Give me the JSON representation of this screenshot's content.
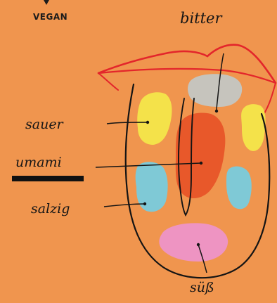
{
  "brand": {
    "label": "VEGAN"
  },
  "tongue_map": {
    "labels": {
      "bitter": "bitter",
      "sauer": "sauer",
      "umami": "umami",
      "salzig": "salzig",
      "suess": "süß"
    },
    "colors": {
      "background": "#f0954e",
      "lips": "#e3262b",
      "bitter_zone": "#c6c4bd",
      "sauer_zone": "#f4e24a",
      "umami_zone": "#e8582a",
      "salzig_zone": "#7fc9d6",
      "suess_zone": "#ee94c2",
      "outline": "#141414",
      "umami_highlight_bar": "#111111"
    }
  }
}
